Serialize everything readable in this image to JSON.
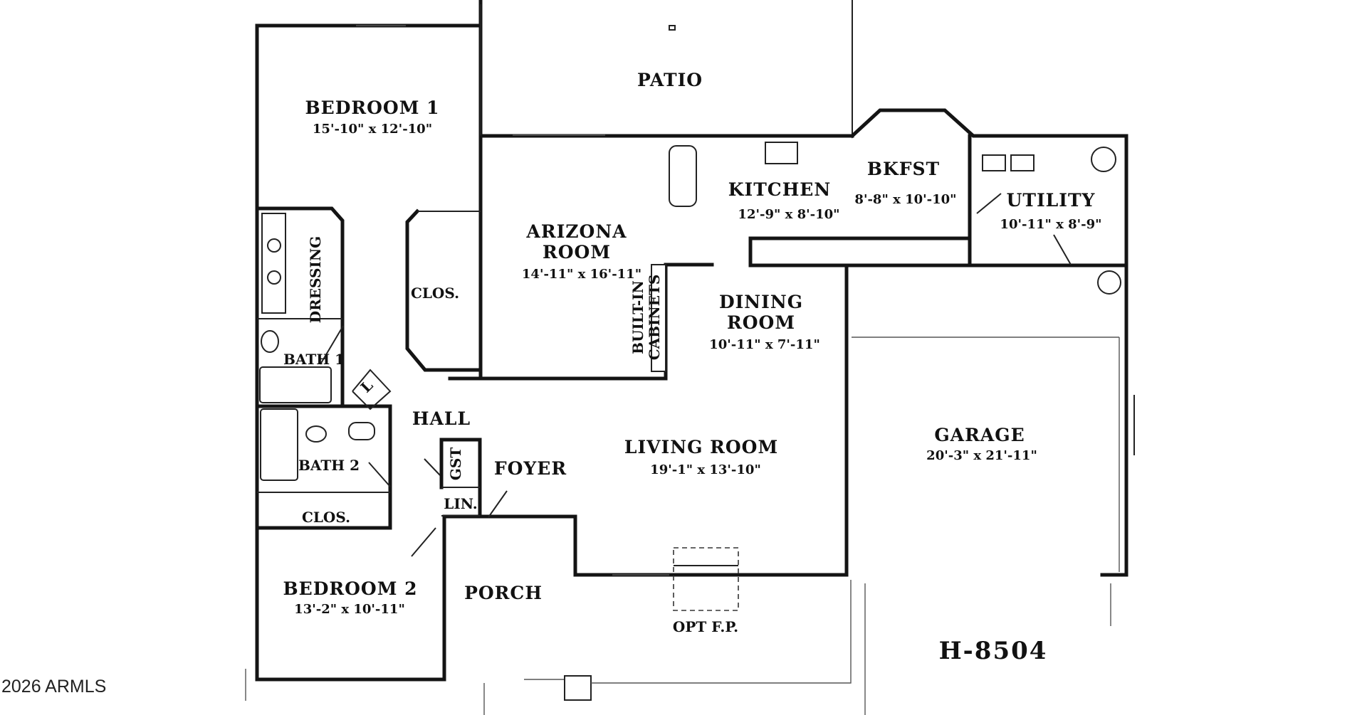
{
  "plan": {
    "id": "H-8504",
    "rooms": [
      {
        "name_lines": [
          "BEDROOM 1"
        ],
        "dims": "15'-10\" x 12'-10\""
      },
      {
        "name_lines": [
          "PATIO"
        ],
        "dims": ""
      },
      {
        "name_lines": [
          "ARIZONA",
          "ROOM"
        ],
        "dims": "14'-11\" x 16'-11\""
      },
      {
        "name_lines": [
          "KITCHEN"
        ],
        "dims": "12'-9\" x 8'-10\""
      },
      {
        "name_lines": [
          "BKFST"
        ],
        "dims": "8'-8\" x 10'-10\""
      },
      {
        "name_lines": [
          "UTILITY"
        ],
        "dims": "10'-11\" x 8'-9\""
      },
      {
        "name_lines": [
          "DINING",
          "ROOM"
        ],
        "dims": "10'-11\" x 7'-11\""
      },
      {
        "name_lines": [
          "LIVING ROOM"
        ],
        "dims": "19'-1\" x 13'-10\""
      },
      {
        "name_lines": [
          "GARAGE"
        ],
        "dims": "20'-3\" x 21'-11\""
      },
      {
        "name_lines": [
          "BEDROOM 2"
        ],
        "dims": "13'-2\" x 10'-11\""
      }
    ],
    "small_labels": {
      "dressing": "DRESSING",
      "clos_upper": "CLOS.",
      "bath1": "BATH 1",
      "linen_l": "L",
      "hall": "HALL",
      "gst": "GST",
      "lin": "LIN.",
      "foyer": "FOYER",
      "bath2": "BATH 2",
      "clos_lower": "CLOS.",
      "porch": "PORCH",
      "opt_fp": "OPT F.P.",
      "built_in": [
        "BUILT-IN",
        "CABINETS"
      ]
    }
  },
  "copyright": "2026 ARMLS"
}
